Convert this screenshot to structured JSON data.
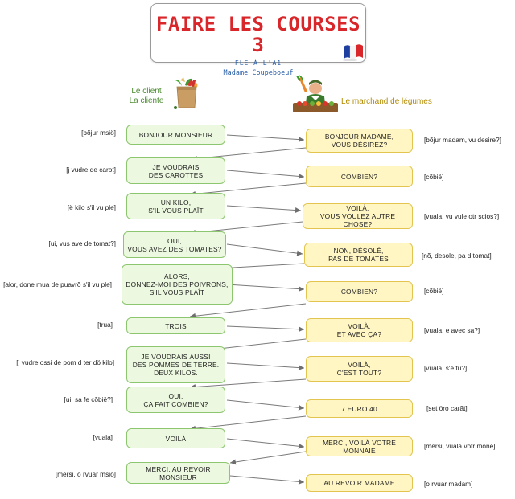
{
  "header": {
    "title": "FAIRE LES COURSES 3",
    "subtitle": "FLE À L'A1",
    "author": "Madame Coupeboeuf",
    "flag_colors": [
      "#1f3fa0",
      "#ffffff",
      "#d8262a"
    ]
  },
  "roles": {
    "client": "Le client\nLa cliente",
    "merchant": "Le marchand de légumes"
  },
  "client_lines": [
    {
      "text": "BONJOUR MONSIEUR",
      "phon": "[bõjur msiö]"
    },
    {
      "text": "JE VOUDRAIS\nDES CAROTTES",
      "phon": "[j vudre de carot]"
    },
    {
      "text": "UN KILO,\nS'IL VOUS PLAÎT",
      "phon": "[ë kilo s'il vu ple]"
    },
    {
      "text": "OUI,\nVOUS AVEZ DES TOMATES?",
      "phon": "[ui, vus ave de tomat?]"
    },
    {
      "text": "ALORS,\nDONNEZ-MOI DES POIVRONS,\nS'IL VOUS PLAÎT",
      "phon": "[alor, done mua de puavrõ s'il vu ple]"
    },
    {
      "text": "TROIS",
      "phon": "[trua]"
    },
    {
      "text": "JE VOUDRAIS AUSSI\nDES POMMES DE TERRE.\nDEUX KILOS.",
      "phon": "[j vudre ossi de pom d ter dö kilo]"
    },
    {
      "text": "OUI,\nÇA FAIT COMBIEN?",
      "phon": "[ui, sa fe cõbië?]"
    },
    {
      "text": "VOILÀ",
      "phon": "[vuala]"
    },
    {
      "text": "MERCI, AU REVOIR MONSIEUR",
      "phon": "[mersi, o rvuar msiö]"
    }
  ],
  "merchant_lines": [
    {
      "text": "BONJOUR MADAME,\nVOUS DÉSIREZ?",
      "phon": "[bõjur madam, vu desire?]"
    },
    {
      "text": "COMBIEN?",
      "phon": "[cõbië]"
    },
    {
      "text": "VOILÀ,\nVOUS VOULEZ AUTRE CHOSE?",
      "phon": "[vuala, vu vule otr scios?]"
    },
    {
      "text": "NON, DÉSOLÉ,\nPAS DE TOMATES",
      "phon": "[nõ, desole, pa d tomat]"
    },
    {
      "text": "COMBIEN?",
      "phon": "[cõbië]"
    },
    {
      "text": "VOILÀ,\nET AVEC ÇA?",
      "phon": "[vuala, e avec sa?]"
    },
    {
      "text": "VOILÀ,\nC'EST TOUT?",
      "phon": "[vuala, s'e tu?]"
    },
    {
      "text": "7 EURO 40",
      "phon": "[set öro carãt]"
    },
    {
      "text": "MERCI, VOILÀ VOTRE MONNAIE",
      "phon": "[mersi, vuala votr mone]"
    },
    {
      "text": "AU REVOIR MADAME",
      "phon": "[o rvuar madam]"
    }
  ]
}
